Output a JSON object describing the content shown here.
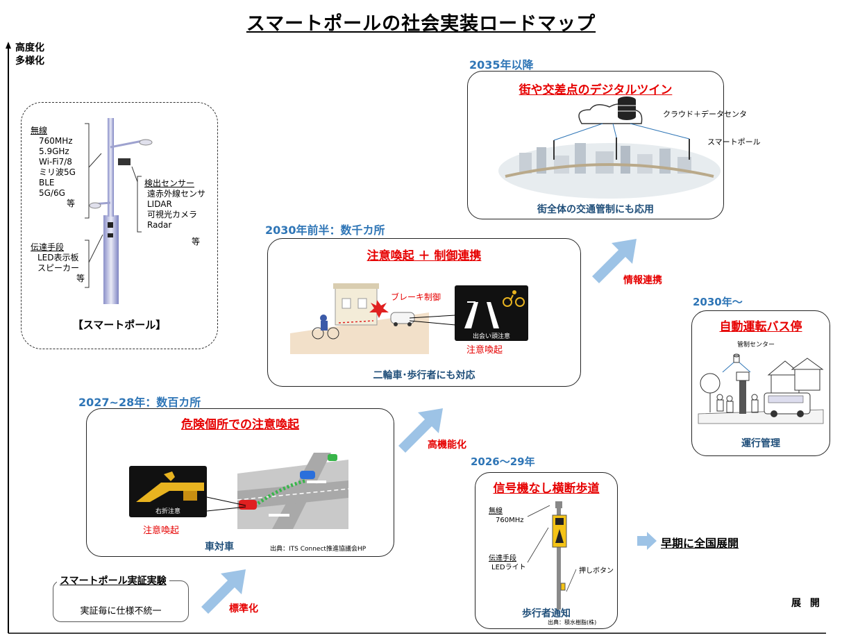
{
  "title": "スマートポールの社会実装ロードマップ",
  "y_axis": {
    "line1": "高度化",
    "line2": "多様化"
  },
  "x_axis": {
    "label": "展 開"
  },
  "pole_panel": {
    "wireless_heading": "無線",
    "wireless_items": [
      "760MHz",
      "5.9GHz",
      "Wi-Fi7/8",
      "ミリ波5G",
      "BLE",
      "5G/6G"
    ],
    "wireless_etc": "等",
    "sensor_heading": "検出センサー",
    "sensor_items": [
      "遠赤外線センサ",
      "LIDAR",
      "可視光カメラ",
      "Radar"
    ],
    "sensor_etc": "等",
    "comm_heading": "伝達手段",
    "comm_items": [
      "LED表示板",
      "スピーカー"
    ],
    "comm_etc": "等",
    "caption": "【スマートポール】"
  },
  "pilot": {
    "title": "スマートポール実証実験",
    "text": "実証毎に仕様不統一"
  },
  "arrows": {
    "standardize": "標準化",
    "advanced": "高機能化",
    "link": "情報連携"
  },
  "phase_2027": {
    "heading": "2027~28年：数百カ所",
    "title": "危険個所での注意喚起",
    "screen_text": "右折注意",
    "alert": "注意喚起",
    "footer": "車対車",
    "source": "出典：ITS Connect推進協議会HP"
  },
  "phase_2030a": {
    "heading": "2030年前半：数千カ所",
    "title_a": "注意喚起",
    "title_plus": "＋",
    "title_b": "制御連携",
    "brake": "ブレーキ制御",
    "screen_text": "出会い頭注意",
    "alert": "注意喚起",
    "footer": "二輪車･歩行者にも対応"
  },
  "phase_2035": {
    "heading": "2035年以降",
    "title": "街や交差点のデジタルツイン",
    "cloud_label": "クラウド＋データセンタ",
    "pole_label": "スマートポール",
    "footer": "街全体の交通管制にも応用"
  },
  "phase_bus": {
    "heading": "2030年～",
    "title": "自動運転バス停",
    "center_label": "管制センター",
    "footer": "運行管理"
  },
  "phase_crossing": {
    "heading": "2026～29年",
    "title": "信号機なし横断歩道",
    "wireless": "無線",
    "wireless_val": "760MHz",
    "comm": "伝達手段",
    "comm_val": "LEDライト",
    "button": "押しボタン",
    "footer": "歩行者通知",
    "source": "出典：積水樹脂(株)"
  },
  "rollout": {
    "text": "早期に全国展開"
  },
  "colors": {
    "phase_blue": "#2e75b6",
    "accent_red": "#e60000",
    "arrow_blue": "#9dc3e6",
    "footer_navy": "#1f4e79"
  }
}
